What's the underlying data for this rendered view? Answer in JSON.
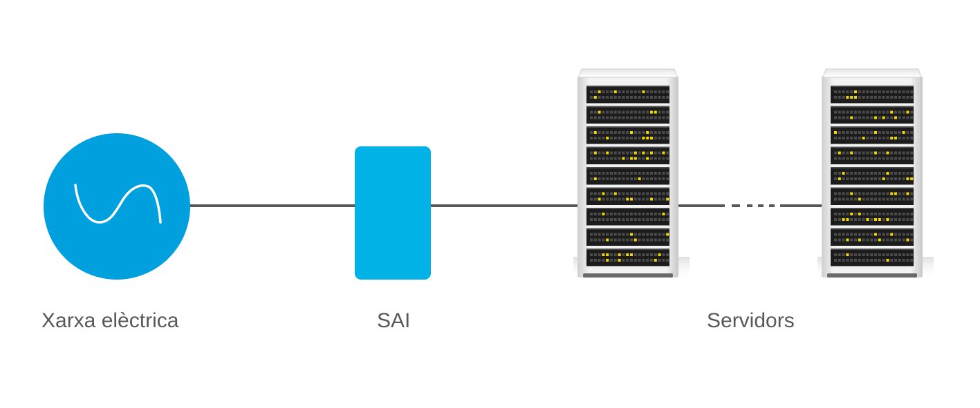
{
  "labels": {
    "grid": "Xarxa elèctrica",
    "ups": "SAI",
    "servers": "Servidors"
  },
  "colors": {
    "accent": "#00a0df",
    "ups": "#00b2e6",
    "line": "#58585a",
    "text": "#58585a",
    "led": "#f2d600"
  },
  "icons": {
    "grid": "sine-wave-icon",
    "server": "server-rack-icon"
  }
}
